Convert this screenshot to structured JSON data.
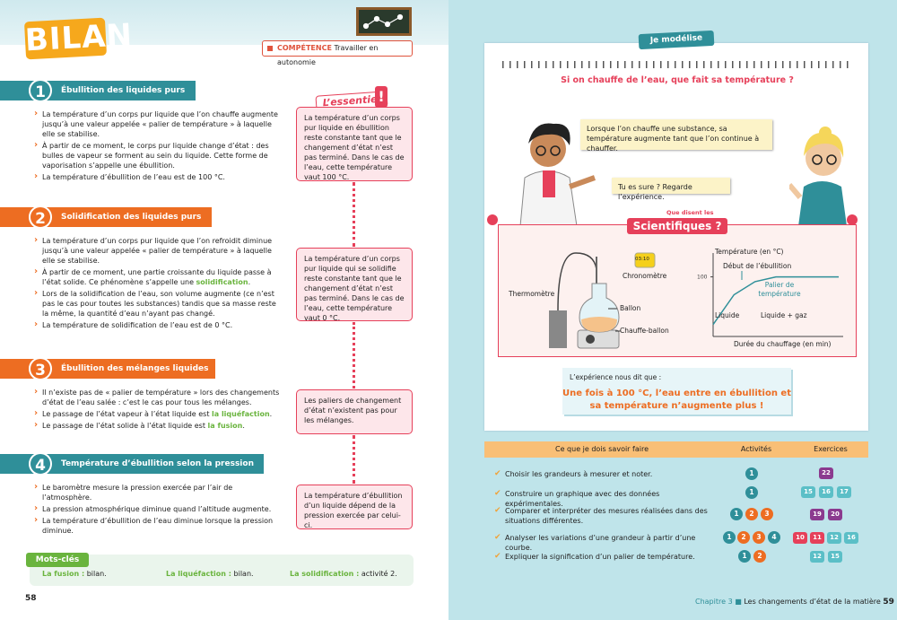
{
  "left": {
    "bilan_title": "BILAN",
    "competence_label": "COMPÉTENCE",
    "competence_text": "Travailler en autonomie",
    "essentiel_label": "L’essentiel",
    "sections": [
      {
        "num": "1",
        "title": "Ébullition des liquides purs",
        "bullets": [
          "La température d’un corps pur liquide que l’on chauffe augmente jusqu’à une valeur appelée « palier de température » à laquelle elle se stabilise.",
          "À partir de ce moment, le corps pur liquide change d’état : des bulles de vapeur se forment au sein du liquide. Cette forme de vaporisation s’appelle une ébullition.",
          "La température d’ébullition de l’eau est de 100 °C."
        ],
        "summary": "La température d’un corps pur liquide en ébullition reste constante tant que le changement d’état n’est pas terminé. Dans le cas de l’eau, cette température vaut 100 °C."
      },
      {
        "num": "2",
        "title": "Solidification des liquides purs",
        "bullets": [
          "La température d’un corps pur liquide que l’on refroidit diminue jusqu’à une valeur appelée « palier de température » à laquelle elle se stabilise.",
          "À partir de ce moment, une partie croissante du liquide passe à l’état solide. Ce phénomène s’appelle une",
          "Lors de la solidification de l’eau, son volume augmente (ce n’est pas le cas pour toutes les substances) tandis que sa masse reste la même, la quantité d’eau n’ayant pas changé.",
          "La température de solidification de l’eau est de 0 °C."
        ],
        "keyword": "solidification",
        "summary": "La température d’un corps pur liquide qui se solidifie reste constante tant que le changement d’état n’est pas terminé. Dans le cas de l’eau, cette température vaut 0 °C."
      },
      {
        "num": "3",
        "title": "Ébullition des mélanges liquides",
        "bullets": [
          "Il n’existe pas de « palier de température » lors des changements d’état de l’eau salée : c’est le cas pour tous les mélanges.",
          "Le passage de l’état vapeur à l’état liquide est",
          "Le passage de l’état solide à l’état liquide est"
        ],
        "keywords": [
          "la liquéfaction",
          "la fusion"
        ],
        "summary": "Les paliers de changement d’état n’existent pas pour les mélanges."
      },
      {
        "num": "4",
        "title": "Température d’ébullition selon la pression",
        "bullets": [
          "Le baromètre mesure la pression exercée par l’air de l’atmosphère.",
          "La pression atmosphérique diminue quand l’altitude augmente.",
          "La température d’ébullition de l’eau diminue lorsque la pression diminue."
        ],
        "summary": "La température d’ébullition d’un liquide dépend de la pression exercée par celui-ci."
      }
    ],
    "mots_cles": {
      "title": "Mots-clés",
      "items": [
        {
          "term": "La fusion :",
          "ref": "bilan."
        },
        {
          "term": "La liquéfaction :",
          "ref": "bilan."
        },
        {
          "term": "La solidification :",
          "ref": "activité 2."
        }
      ]
    },
    "page_number": "58"
  },
  "right": {
    "je_modelise": "Je modélise",
    "question": "Si on chauffe de l’eau, que fait sa température ?",
    "bubble1": "Lorsque l’on chauffe une substance, sa température augmente tant que l’on continue à chauffer.",
    "bubble2": "Tu es sure ? Regarde l’expérience.",
    "que_disent": "Que disent les",
    "scientifiques": "Scientifiques ?",
    "experiment": {
      "thermometre": "Thermomètre",
      "chronometre": "Chronomètre",
      "chrono_display": "03:10",
      "ballon": "Ballon",
      "chauffe_ballon": "Chauffe-ballon"
    },
    "chart_data": {
      "type": "line",
      "title": "",
      "ylabel": "Température (en °C)",
      "xlabel": "Durée du chauffage (en min)",
      "y_tick": "100",
      "annotations": [
        "Début de l’ébullition",
        "Palier de température",
        "Liquide",
        "Liquide + gaz"
      ],
      "series": [
        {
          "values": [
            20,
            70,
            92,
            100,
            100,
            100,
            100
          ]
        }
      ],
      "x": [
        0,
        1,
        2,
        3,
        4,
        5,
        6
      ],
      "ylim": [
        0,
        140
      ]
    },
    "ressort": {
      "intro": "L’expérience nous dit que :",
      "main": "Une fois à 100 °C, l’eau entre en ébullition et sa température n’augmente plus !"
    },
    "skills_header": {
      "col1": "Ce que je dois savoir faire",
      "col2": "Activités",
      "col3": "Exercices"
    },
    "skills": [
      {
        "text": "Choisir les grandeurs à mesurer et noter.",
        "acts": [
          "1"
        ],
        "exs": [
          "22"
        ]
      },
      {
        "text": "Construire un graphique avec des données expérimentales.",
        "acts": [
          "1"
        ],
        "exs": [
          "15",
          "16",
          "17"
        ]
      },
      {
        "text": "Comparer et interpréter des mesures réalisées dans des situations différentes.",
        "acts": [
          "1",
          "2",
          "3"
        ],
        "exs": [
          "19",
          "20"
        ]
      },
      {
        "text": "Analyser les variations d’une grandeur à partir d’une courbe.",
        "acts": [
          "1",
          "2",
          "3",
          "4"
        ],
        "exs": [
          "10",
          "11",
          "12",
          "16"
        ]
      },
      {
        "text": "Expliquer la signification d’un palier de température.",
        "acts": [
          "1",
          "2"
        ],
        "exs": [
          "12",
          "15"
        ]
      }
    ],
    "chapter": "Chapitre 3",
    "chapter_title": "Les changements d’état de la matière",
    "page_number": "59"
  }
}
